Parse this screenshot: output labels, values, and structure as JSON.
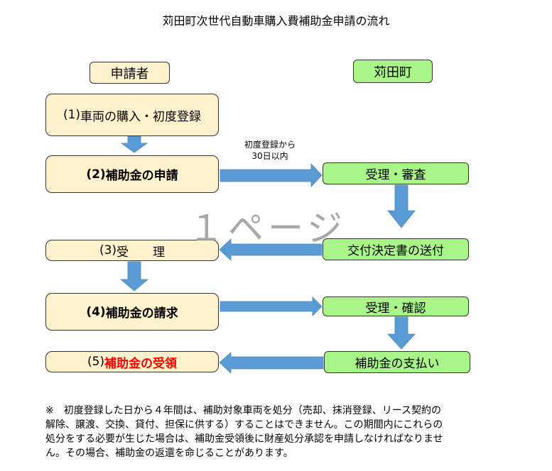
{
  "title": "苅田町次世代自動車購入費補助金申請の流れ",
  "columns": {
    "applicant": "申請者",
    "town": "苅田町"
  },
  "applicant_steps": [
    {
      "num": "(1)",
      "label": "車両の購入・初度登録"
    },
    {
      "num": "(2)",
      "label": "補助金の申請"
    },
    {
      "num": "(3)",
      "label": "受　　理"
    },
    {
      "num": "(4)",
      "label": "補助金の請求"
    },
    {
      "num": "(5)",
      "label": "補助金の受領"
    }
  ],
  "town_steps": [
    {
      "label": "受理・審査"
    },
    {
      "label": "交付決定書の送付"
    },
    {
      "label": "受理・確認"
    },
    {
      "label": "補助金の支払い"
    }
  ],
  "arrow_note": {
    "line1": "初度登録から",
    "line2": "30日以内"
  },
  "watermark": "１ページ",
  "footnote": {
    "lines": [
      "※　初度登録した日から４年間は、補助対象車両を処分（売却、抹消登録、リース契約の",
      "解除、譲渡、交換、貸付、担保に供する）することはできません。この期間内にこれらの",
      "処分をする必要が生じた場合は、補助金受領後に財産処分承認を申請しなければなりませ",
      "ん。その場合、補助金の返還を命じることがあります。"
    ]
  },
  "colors": {
    "applicant_fill": "#fff2cc",
    "town_fill": "#a9f58a",
    "arrow": "#5b9bd5",
    "emphasis": "#ff0000"
  }
}
